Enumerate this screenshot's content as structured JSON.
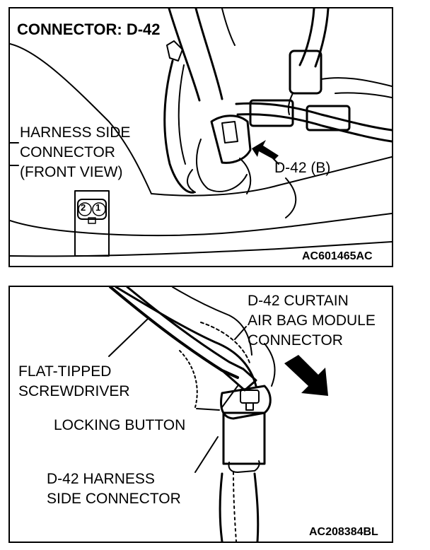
{
  "top_figure": {
    "title": "CONNECTOR: D-42",
    "harness_label": [
      "HARNESS SIDE",
      "CONNECTOR",
      "(FRONT VIEW)"
    ],
    "connector_label": "D-42 (B)",
    "pin_numbers": [
      "2",
      "1"
    ],
    "figure_code": "AC601465AC"
  },
  "bottom_figure": {
    "module_label": [
      "D-42 CURTAIN",
      "AIR BAG MODULE",
      "CONNECTOR"
    ],
    "screwdriver_label": [
      "FLAT-TIPPED",
      "SCREWDRIVER"
    ],
    "button_label": "LOCKING BUTTON",
    "harness_label": [
      "D-42 HARNESS",
      "SIDE CONNECTOR"
    ],
    "figure_code": "AC208384BL"
  }
}
